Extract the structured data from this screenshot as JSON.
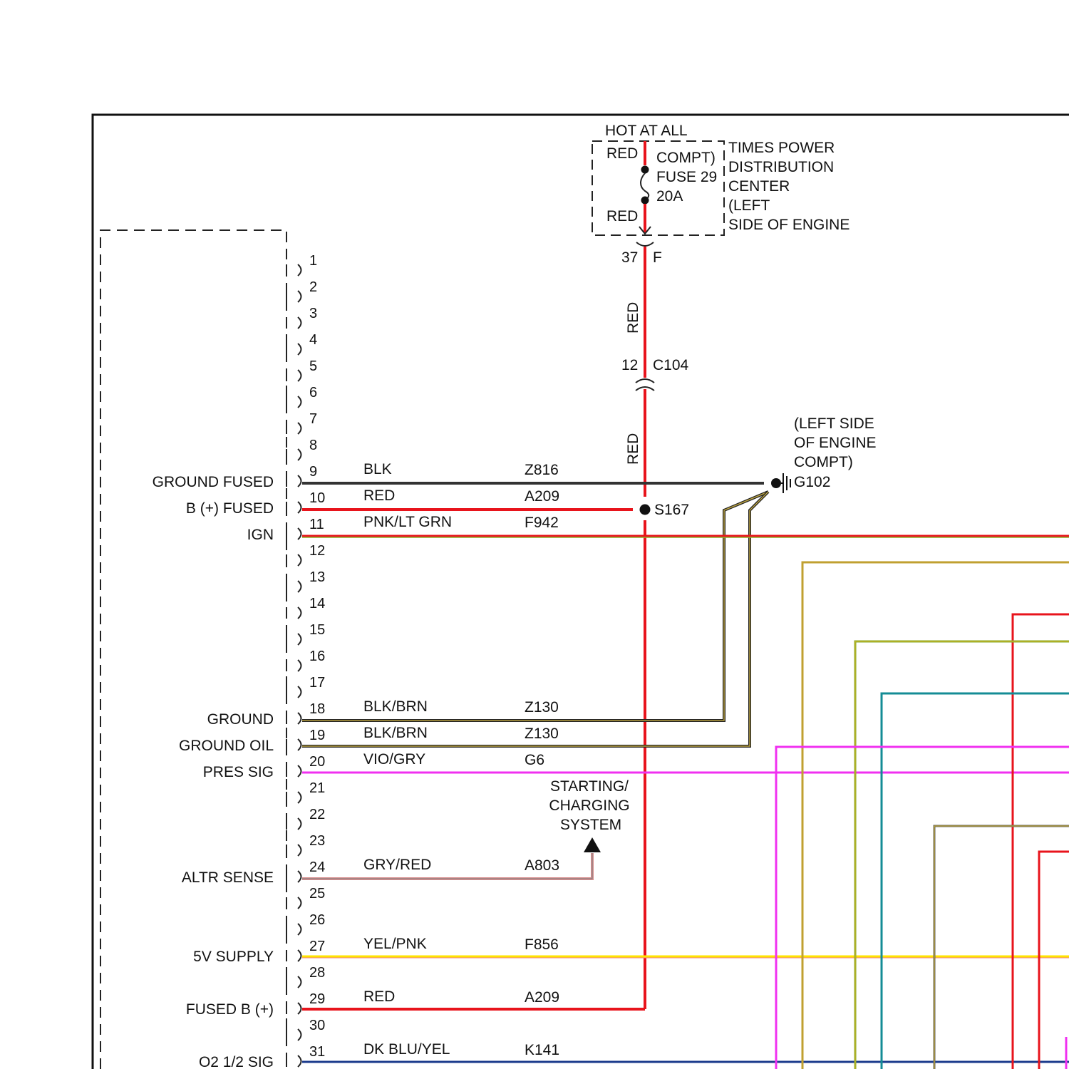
{
  "fuse_box": {
    "header": "HOT AT ALL",
    "wire_in": "RED",
    "wire_out": "RED",
    "fuse_lines": [
      "COMPT)",
      "FUSE 29",
      "20A"
    ],
    "description": [
      "TIMES POWER",
      "DISTRIBUTION",
      "CENTER",
      "(LEFT",
      "SIDE OF ENGINE"
    ],
    "connector_pin": "37",
    "connector_id": "F"
  },
  "c104": {
    "pin": "12",
    "name": "C104"
  },
  "vertical_wire_labels": [
    "RED",
    "RED"
  ],
  "splice": {
    "name": "S167"
  },
  "ground": {
    "name": "G102",
    "location": [
      "(LEFT SIDE",
      "OF ENGINE",
      "COMPT)"
    ]
  },
  "starting_system": {
    "lines": [
      "STARTING/",
      "CHARGING",
      "SYSTEM"
    ]
  },
  "pcm_pins": [
    "1",
    "2",
    "3",
    "4",
    "5",
    "6",
    "7",
    "8",
    "9",
    "10",
    "11",
    "12",
    "13",
    "14",
    "15",
    "16",
    "17",
    "18",
    "19",
    "20",
    "21",
    "22",
    "23",
    "24",
    "25",
    "26",
    "27",
    "28",
    "29",
    "30",
    "31"
  ],
  "circuits": [
    {
      "pin": "9",
      "function": "GROUND FUSED",
      "color_text": "BLK",
      "circuit": "Z816"
    },
    {
      "pin": "10",
      "function": "B (+) FUSED",
      "color_text": "RED",
      "circuit": "A209"
    },
    {
      "pin": "11",
      "function": "IGN",
      "color_text": "PNK/LT GRN",
      "circuit": "F942"
    },
    {
      "pin": "18",
      "function": "GROUND",
      "color_text": "BLK/BRN",
      "circuit": "Z130"
    },
    {
      "pin": "19",
      "function": "GROUND OIL",
      "color_text": "BLK/BRN",
      "circuit": "Z130"
    },
    {
      "pin": "20",
      "function": "PRES SIG",
      "color_text": "VIO/GRY",
      "circuit": "G6"
    },
    {
      "pin": "24",
      "function": "ALTR SENSE",
      "color_text": "GRY/RED",
      "circuit": "A803"
    },
    {
      "pin": "27",
      "function": "5V SUPPLY",
      "color_text": "YEL/PNK",
      "circuit": "F856"
    },
    {
      "pin": "29",
      "function": "FUSED B (+)",
      "color_text": "RED",
      "circuit": "A209"
    },
    {
      "pin": "31",
      "function": "O2 1/2 SIG",
      "color_text": "DK BLU/YEL",
      "circuit": "K141"
    }
  ],
  "colors": {
    "red": "#e8141c",
    "black": "#222222",
    "magenta": "#f030f0",
    "olive": "#c0a030",
    "green": "#8aae2a",
    "teal": "#148c96",
    "gray": "#666666",
    "rose": "#d89090",
    "yellow": "#ffe400"
  }
}
